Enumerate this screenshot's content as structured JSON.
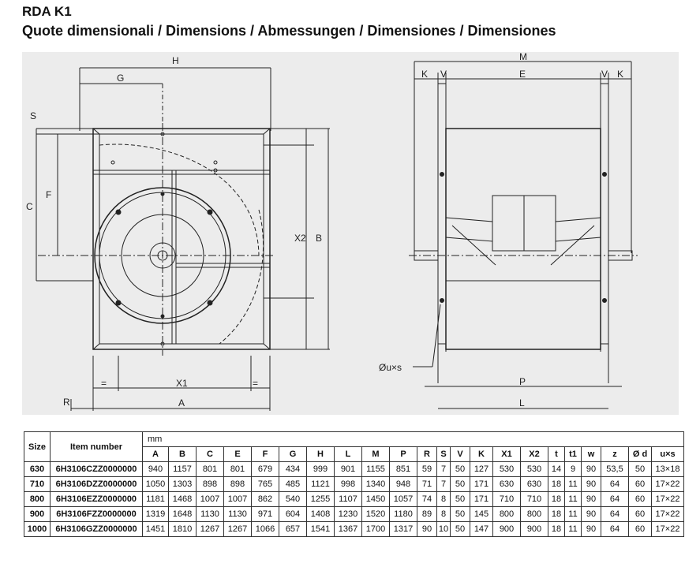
{
  "header": {
    "title": "RDA K1",
    "subtitle": "Quote dimensionali / Dimensions / Abmessungen / Dimensiones / Dimensiones"
  },
  "drawing": {
    "left_labels": [
      "H",
      "G",
      "S",
      "C",
      "F",
      "X2",
      "B",
      "X1",
      "A",
      "R",
      "="
    ],
    "right_labels": [
      "M",
      "K",
      "V",
      "E",
      "P",
      "L",
      "Øu×s"
    ]
  },
  "table": {
    "header_row1": {
      "size": "Size",
      "item": "Item number",
      "unit": "mm"
    },
    "columns": [
      "A",
      "B",
      "C",
      "E",
      "F",
      "G",
      "H",
      "L",
      "M",
      "P",
      "R",
      "S",
      "V",
      "K",
      "X1",
      "X2",
      "t",
      "t1",
      "w",
      "z",
      "Ø d",
      "u×s"
    ],
    "rows": [
      {
        "size": "630",
        "item": "6H3106CZZ0000000",
        "values": [
          "940",
          "1157",
          "801",
          "801",
          "679",
          "434",
          "999",
          "901",
          "1155",
          "851",
          "59",
          "7",
          "50",
          "127",
          "530",
          "530",
          "14",
          "9",
          "90",
          "53,5",
          "50",
          "13×18"
        ]
      },
      {
        "size": "710",
        "item": "6H3106DZZ0000000",
        "values": [
          "1050",
          "1303",
          "898",
          "898",
          "765",
          "485",
          "1121",
          "998",
          "1340",
          "948",
          "71",
          "7",
          "50",
          "171",
          "630",
          "630",
          "18",
          "11",
          "90",
          "64",
          "60",
          "17×22"
        ]
      },
      {
        "size": "800",
        "item": "6H3106EZZ0000000",
        "values": [
          "1181",
          "1468",
          "1007",
          "1007",
          "862",
          "540",
          "1255",
          "1107",
          "1450",
          "1057",
          "74",
          "8",
          "50",
          "171",
          "710",
          "710",
          "18",
          "11",
          "90",
          "64",
          "60",
          "17×22"
        ]
      },
      {
        "size": "900",
        "item": "6H3106FZZ0000000",
        "values": [
          "1319",
          "1648",
          "1130",
          "1130",
          "971",
          "604",
          "1408",
          "1230",
          "1520",
          "1180",
          "89",
          "8",
          "50",
          "145",
          "800",
          "800",
          "18",
          "11",
          "90",
          "64",
          "60",
          "17×22"
        ]
      },
      {
        "size": "1000",
        "item": "6H3106GZZ0000000",
        "values": [
          "1451",
          "1810",
          "1267",
          "1267",
          "1066",
          "657",
          "1541",
          "1367",
          "1700",
          "1317",
          "90",
          "10",
          "50",
          "147",
          "900",
          "900",
          "18",
          "11",
          "90",
          "64",
          "60",
          "17×22"
        ]
      }
    ]
  }
}
